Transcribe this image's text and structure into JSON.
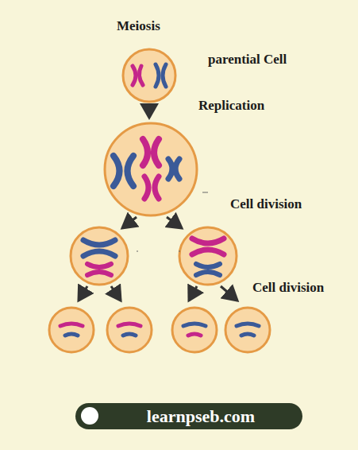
{
  "diagram": {
    "title": "Meiosis",
    "nodes": [
      {
        "text": [
          "learnpseb.com"
        ]
      }
    ],
    "labels": [
      "parential Cell",
      "Replication",
      "Cell division",
      "Cell division"
    ]
  }
}
